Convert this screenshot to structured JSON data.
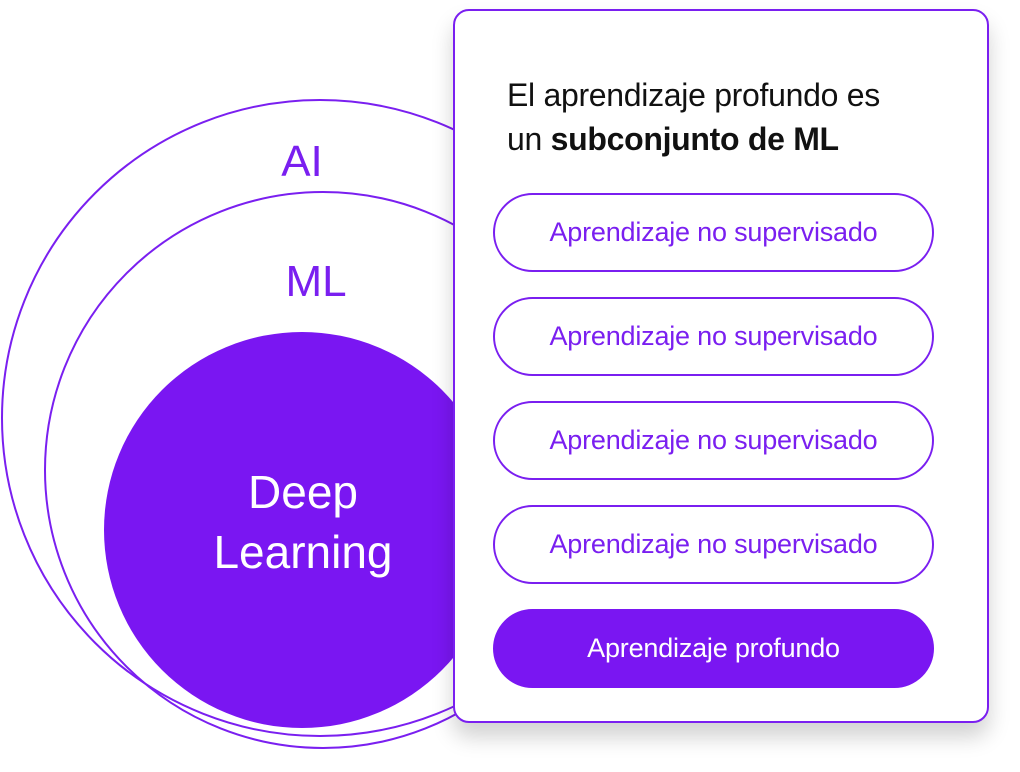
{
  "diagram": {
    "circles": [
      {
        "label": "AI"
      },
      {
        "label": "ML"
      },
      {
        "label_line1": "Deep",
        "label_line2": "Learning"
      }
    ],
    "colors": {
      "accent": "#7a1ff0",
      "fill": "#7a16f2",
      "text_on_fill": "#ffffff",
      "title_text": "#111111"
    }
  },
  "panel": {
    "title_regular_line1": "El aprendizaje profundo es",
    "title_regular_line2": "un ",
    "title_bold": "subconjunto de ML",
    "options": [
      {
        "label": "Aprendizaje no supervisado",
        "selected": false
      },
      {
        "label": "Aprendizaje no supervisado",
        "selected": false
      },
      {
        "label": "Aprendizaje no supervisado",
        "selected": false
      },
      {
        "label": "Aprendizaje no supervisado",
        "selected": false
      },
      {
        "label": "Aprendizaje profundo",
        "selected": true
      }
    ]
  }
}
